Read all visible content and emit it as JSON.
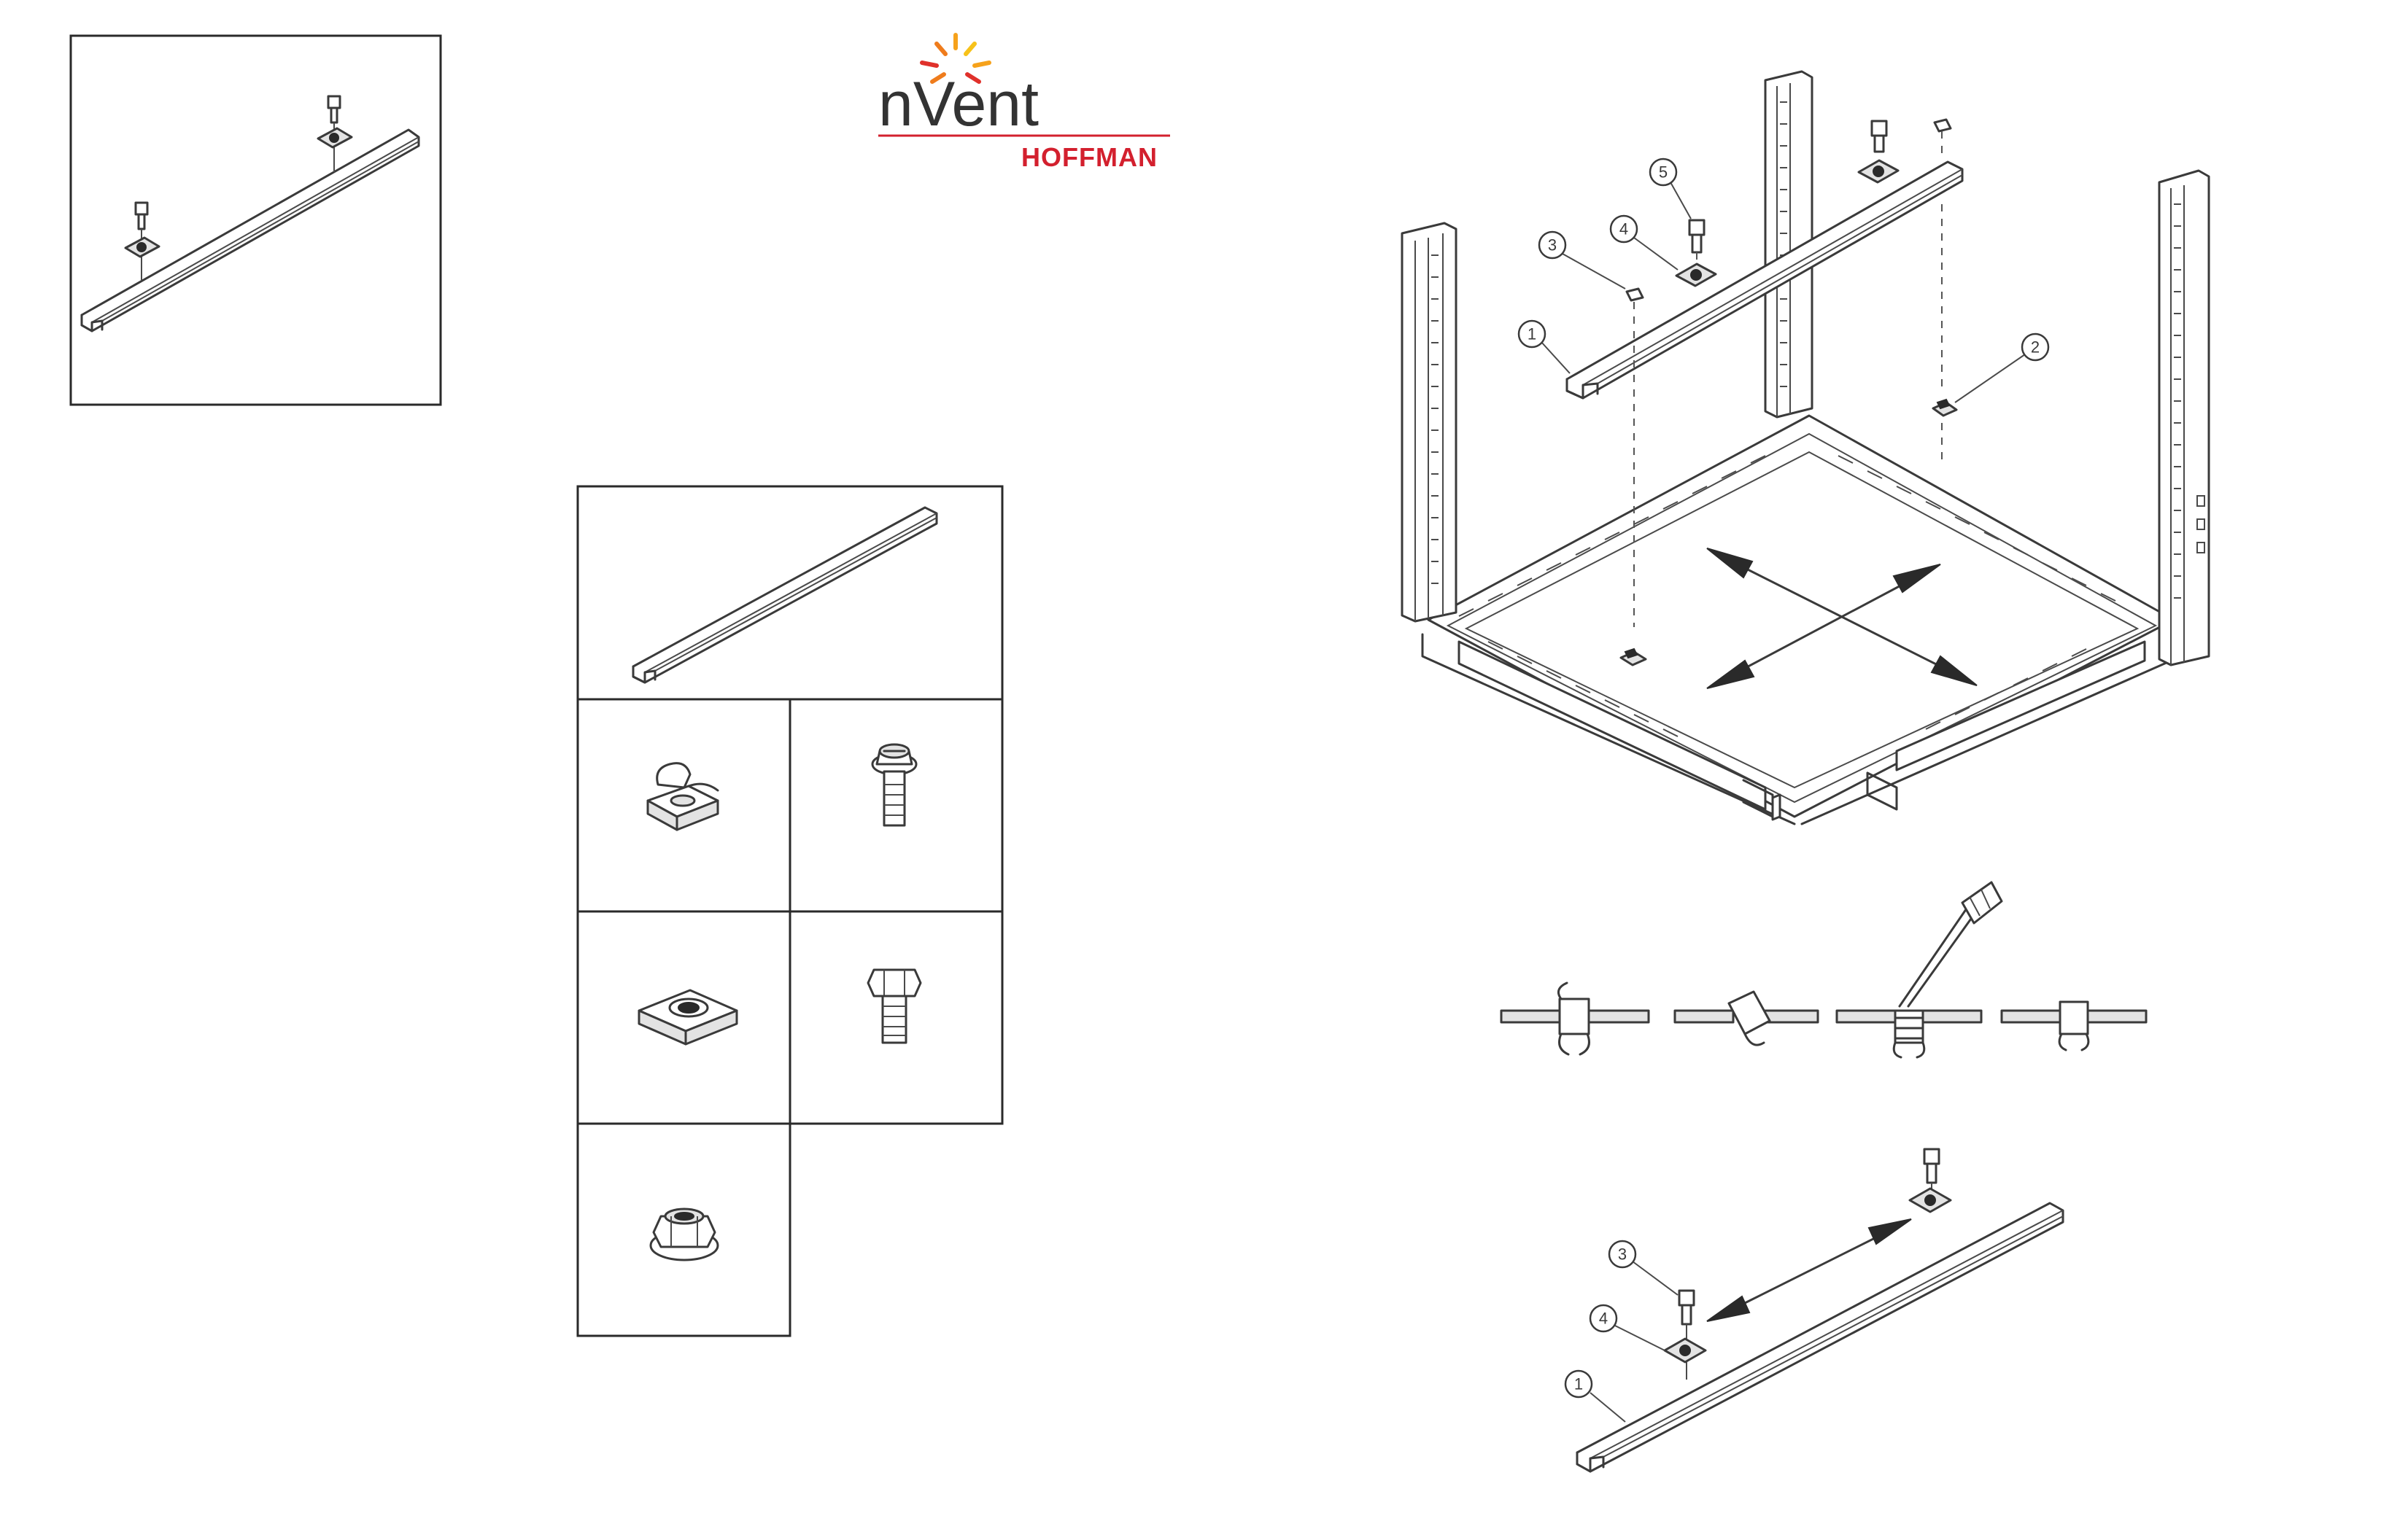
{
  "brand": {
    "name": "nVent",
    "sub": "HOFFMAN",
    "spark_colors": [
      "#f6a21b",
      "#ef7c1c",
      "#e0312b",
      "#f7c21a"
    ],
    "rule_color": "#d3202e"
  },
  "callouts": {
    "rack_1": "1",
    "rack_2": "2",
    "rack_3": "3",
    "rack_4": "4",
    "rack_5": "5",
    "rail_1": "1",
    "rail_3": "3",
    "rail_4": "4"
  },
  "icons": {
    "kit_parts": [
      "channel-rail-icon",
      "cage-nut-icon",
      "hex-washer-screw-icon",
      "channel-nut-icon",
      "hex-bolt-icon",
      "flange-nut-icon"
    ],
    "cage_nut_steps": 4
  }
}
